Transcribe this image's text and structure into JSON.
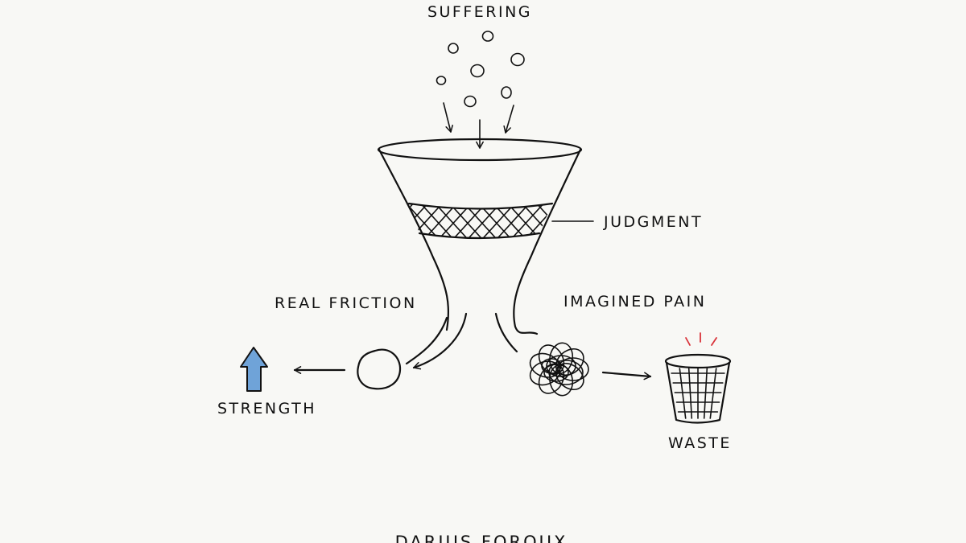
{
  "labels": {
    "top": "SUFFERING",
    "filter": "JUDGMENT",
    "left_path": "REAL FRICTION",
    "right_path": "IMAGINED PAIN",
    "left_result": "STRENGTH",
    "right_result": "WASTE",
    "signature": "DARIUS FOROUX"
  },
  "colors": {
    "ink": "#111111",
    "background": "#f8f8f5",
    "strength_arrow": "#6fa3d8",
    "waste_sparks": "#d9333a"
  },
  "icons": {
    "falling_items": "circle-icon",
    "filter": "funnel-icon",
    "real_friction_result": "smooth-stone-icon",
    "imagined_pain_result": "tangle-icon",
    "strength": "up-arrow-icon",
    "waste": "trash-bin-icon"
  }
}
